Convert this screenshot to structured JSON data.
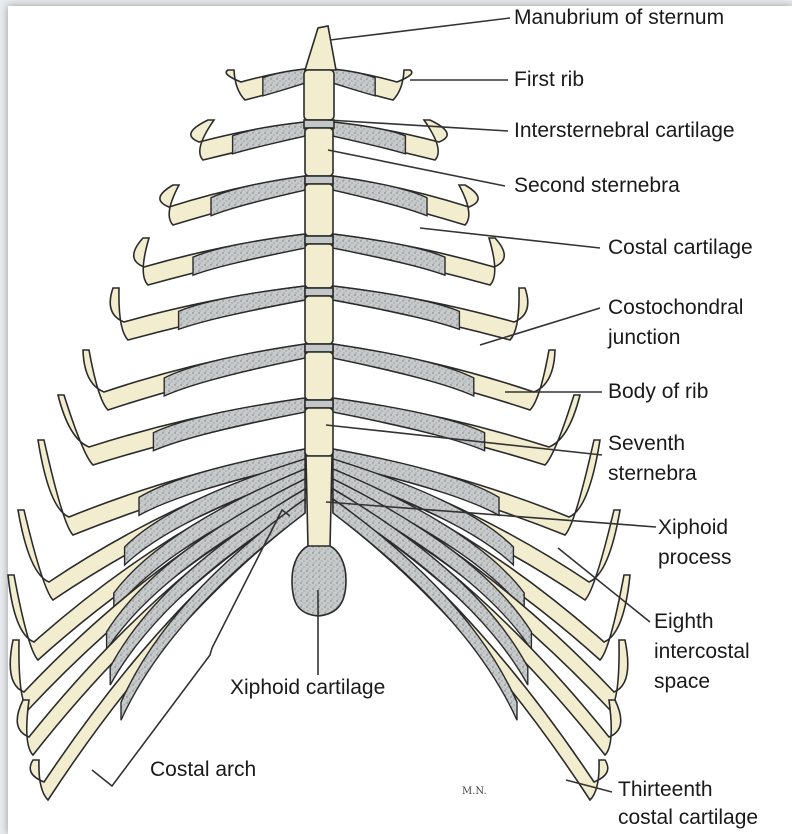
{
  "labels": {
    "manubrium": "Manubrium of sternum",
    "first_rib": "First rib",
    "intersternebral": "Intersternebral cartilage",
    "second_sternebra": "Second sternebra",
    "costal_cartilage": "Costal cartilage",
    "costochondral_1": "Costochondral",
    "costochondral_2": "junction",
    "body_of_rib": "Body of rib",
    "seventh_1": "Seventh",
    "seventh_2": "sternebra",
    "xiphoid_process_1": "Xiphoid",
    "xiphoid_process_2": "process",
    "eighth_1": "Eighth",
    "eighth_2": "intercostal",
    "eighth_3": "space",
    "xiphoid_cartilage": "Xiphoid cartilage",
    "costal_arch": "Costal arch",
    "thirteenth_1": "Thirteenth",
    "thirteenth_2": "costal cartilage",
    "signature": "M.N."
  },
  "colors": {
    "bone": "#f3edcf",
    "cartilage": "#c4c7c8",
    "outline": "#2b2b2b"
  }
}
